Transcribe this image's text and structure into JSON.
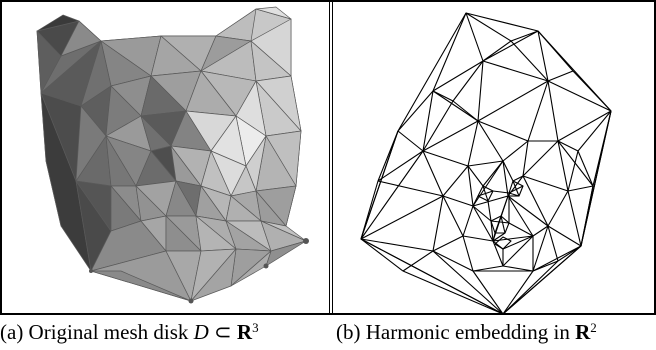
{
  "figure": {
    "panel_a": {
      "caption_prefix": "(a) Original mesh disk",
      "caption_var": "D",
      "caption_op": "⊂",
      "caption_space": "R",
      "caption_exp": "3"
    },
    "panel_b": {
      "caption_prefix": "(b) Harmonic embedding in",
      "caption_space": "R",
      "caption_exp": "2"
    },
    "colors": {
      "line": "#000000",
      "background": "#ffffff"
    }
  }
}
